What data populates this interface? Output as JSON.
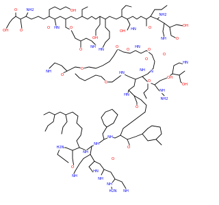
{
  "colors": {
    "background": "#ffffff",
    "bond": "#000000",
    "O": "#ff0000",
    "N": "#0000ff",
    "H": "#0000ff",
    "C": "#000000"
  },
  "atom_labels": [
    {
      "t": "O",
      "e": "O"
    },
    {
      "t": "NH2",
      "e": "N"
    },
    {
      "t": "OH",
      "e": "O"
    },
    {
      "t": "O",
      "e": "O"
    },
    {
      "t": "O",
      "e": "O"
    },
    {
      "t": "HN",
      "e": "N"
    },
    {
      "t": "O",
      "e": "O"
    },
    {
      "t": "OH",
      "e": "O"
    },
    {
      "t": "O",
      "e": "O"
    },
    {
      "t": "NH",
      "e": "N"
    },
    {
      "t": "OH",
      "e": "O"
    },
    {
      "t": "HN",
      "e": "N"
    },
    {
      "t": "O",
      "e": "O"
    },
    {
      "t": "OH",
      "e": "O"
    },
    {
      "t": "O",
      "e": "O"
    },
    {
      "t": "HN",
      "e": "N"
    },
    {
      "t": "O",
      "e": "O"
    },
    {
      "t": "NH",
      "e": "N"
    },
    {
      "t": "O",
      "e": "O"
    },
    {
      "t": "O",
      "e": "O"
    },
    {
      "t": "NH2",
      "e": "N"
    },
    {
      "t": "HN",
      "e": "N"
    },
    {
      "t": "O",
      "e": "O"
    },
    {
      "t": "NH",
      "e": "N"
    },
    {
      "t": "O",
      "e": "O"
    },
    {
      "t": "HN",
      "e": "N"
    },
    {
      "t": "O",
      "e": "O"
    },
    {
      "t": "OH",
      "e": "O"
    },
    {
      "t": "NH",
      "e": "N"
    },
    {
      "t": "N",
      "e": "N"
    },
    {
      "t": "O",
      "e": "O"
    },
    {
      "t": "O",
      "e": "O"
    },
    {
      "t": "OH",
      "e": "O"
    },
    {
      "t": "HN",
      "e": "N"
    },
    {
      "t": "OH",
      "e": "O"
    },
    {
      "t": "NH2",
      "e": "N"
    },
    {
      "t": "NH",
      "e": "N"
    },
    {
      "t": "HN",
      "e": "N"
    },
    {
      "t": "O",
      "e": "O"
    },
    {
      "t": "O",
      "e": "O"
    },
    {
      "t": "NH",
      "e": "N"
    },
    {
      "t": "O",
      "e": "O"
    },
    {
      "t": "NH",
      "e": "N"
    },
    {
      "t": "H2N",
      "e": "N"
    },
    {
      "t": "NH",
      "e": "N"
    },
    {
      "t": "O",
      "e": "O"
    },
    {
      "t": "HN",
      "e": "N"
    },
    {
      "t": "NH",
      "e": "N"
    },
    {
      "t": "O",
      "e": "O"
    },
    {
      "t": "NH",
      "e": "N"
    },
    {
      "t": "NH",
      "e": "N"
    },
    {
      "t": "H2N",
      "e": "N"
    },
    {
      "t": "NH",
      "e": "N"
    }
  ]
}
